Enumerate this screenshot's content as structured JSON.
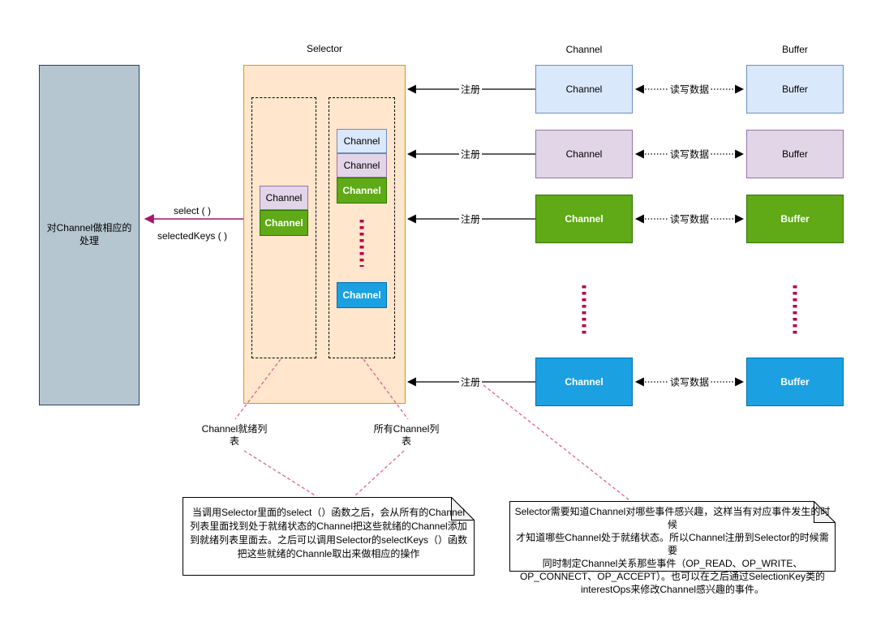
{
  "headers": {
    "selector": "Selector",
    "channel": "Channel",
    "buffer": "Buffer"
  },
  "processor_box": {
    "label": "对Channel做相应的\n处理"
  },
  "selector_internals": {
    "ready_list": {
      "caption": "Channel就绪列\n表",
      "items": [
        {
          "label": "Channel",
          "color": "lightpurple"
        },
        {
          "label": "Channel",
          "color": "green"
        }
      ]
    },
    "all_list": {
      "caption": "所有Channel列\n表",
      "items": [
        {
          "label": "Channel",
          "color": "lightblue"
        },
        {
          "label": "Channel",
          "color": "lightpurple"
        },
        {
          "label": "Channel",
          "color": "green"
        },
        {
          "label": "Channel",
          "color": "blue"
        }
      ]
    }
  },
  "select_arrow": {
    "top_label": "select ( )",
    "bottom_label": "selectedKeys ( )"
  },
  "rows": [
    {
      "channel_label": "Channel",
      "buffer_label": "Buffer",
      "register_label": "注册",
      "readwrite_label": "读写数据",
      "color": "#DAE8FC"
    },
    {
      "channel_label": "Channel",
      "buffer_label": "Buffer",
      "register_label": "注册",
      "readwrite_label": "读写数据",
      "color": "#E1D5E7"
    },
    {
      "channel_label": "Channel",
      "buffer_label": "Buffer",
      "register_label": "注册",
      "readwrite_label": "读写数据",
      "color": "#60A917"
    },
    {
      "channel_label": "Channel",
      "buffer_label": "Buffer",
      "register_label": "注册",
      "readwrite_label": "读写数据",
      "color": "#1BA1E2"
    }
  ],
  "notes": {
    "left": "当调用Selector里面的select（）函数之后，会从所有的Channel\n列表里面找到处于就绪状态的Channel把这些就绪的Channel添加\n到就绪列表里面去。之后可以调用Selector的selectKeys（）函数\n把这些就绪的Channle取出来做相应的操作",
    "right": "Selector需要知道Channel对哪些事件感兴趣，这样当有对应事件发生的时候\n才知道哪些Channel处于就绪状态。所以Channel注册到Selector的时候需要\n同时制定Channel关系那些事件（OP_READ、OP_WRITE、\nOP_CONNECT、OP_ACCEPT）。也可以在之后通过SelectionKey类的\ninterestOps来修改Channel感兴趣的事件。"
  },
  "colors": {
    "selector_fill": "#FFE6CC",
    "selector_border": "#D79B00",
    "processor_fill": "#B6C6D1",
    "processor_border": "#26455D",
    "lightblue_fill": "#DAE8FC",
    "lightblue_border": "#6C8EBF",
    "lightpurple_fill": "#E1D5E7",
    "lightpurple_border": "#9673A6",
    "green_fill": "#60A917",
    "green_border": "#2D7600",
    "blue_fill": "#1BA1E2",
    "blue_border": "#006EAF",
    "select_arrow": "#A0176B",
    "pink_dashed": "#E0609A",
    "ellipsis_red": "#B50048"
  }
}
